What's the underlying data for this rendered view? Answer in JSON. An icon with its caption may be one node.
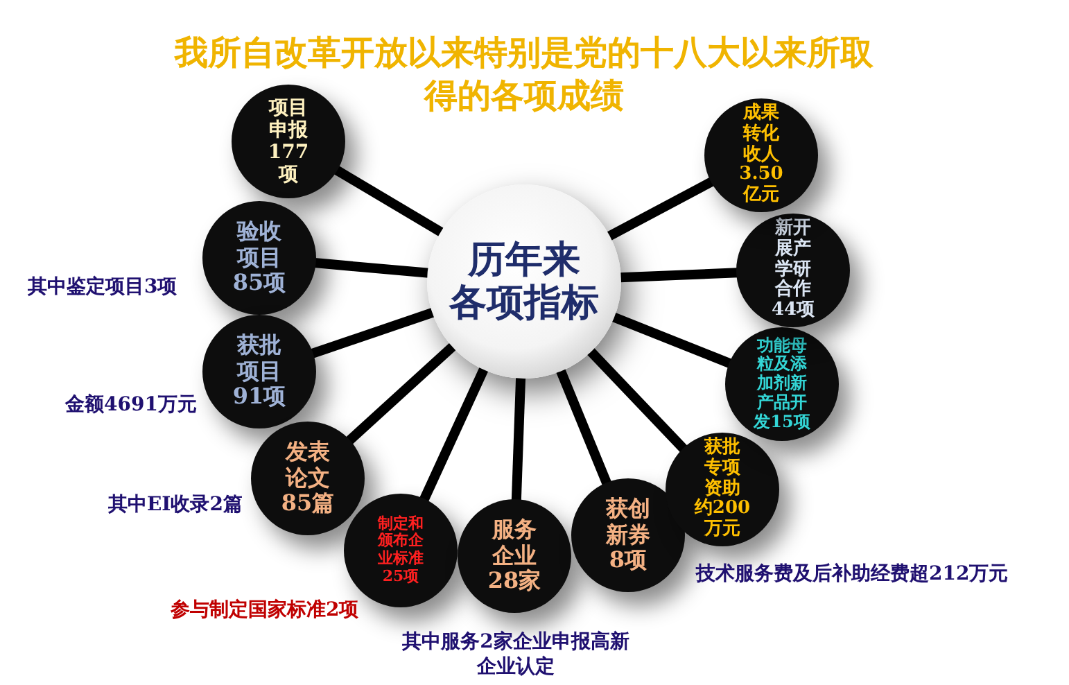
{
  "diagram": {
    "title": "我所自改革开放以来特别是党的十八大以来所取得的各项成绩",
    "nodes": [
      {
        "text": [
          "历年来各项指标"
        ]
      },
      {
        "text": [
          "项目申报177项"
        ]
      },
      {
        "text": [
          "验收项目85项"
        ],
        "beside": [
          "其中鉴定项目3项"
        ]
      },
      {
        "text": [
          "获批项目91项"
        ],
        "beside": [
          "金额4691万元"
        ]
      },
      {
        "text": [
          "发表论文85篇"
        ],
        "beside": [
          "其中EI收录2篇"
        ]
      },
      {
        "text": [
          "制定和颁布企业标准25项"
        ],
        "beside": [
          "参与制定国家标准2项"
        ]
      },
      {
        "text": [
          "服务企业28家"
        ],
        "beside": [
          "其中服务2家企业申报高新企业认定"
        ]
      },
      {
        "text": [
          "获创新券8项"
        ]
      },
      {
        "text": [
          "获批专项资助约200万元"
        ],
        "beside": [
          "技术服务费及后补助经费超212万元"
        ]
      },
      {
        "text": [
          "功能母粒及添加剂新产品开发15项"
        ]
      },
      {
        "text": [
          "新开展产学研合作44项"
        ]
      },
      {
        "text": [
          "成果转化收人3.50亿元"
        ]
      }
    ],
    "edges": [
      {
        "from": 0,
        "to": 1,
        "arrow": "none"
      },
      {
        "from": 0,
        "to": 2,
        "arrow": "none"
      },
      {
        "from": 0,
        "to": 3,
        "arrow": "none"
      },
      {
        "from": 0,
        "to": 4,
        "arrow": "none"
      },
      {
        "from": 0,
        "to": 5,
        "arrow": "none"
      },
      {
        "from": 0,
        "to": 6,
        "arrow": "none"
      },
      {
        "from": 0,
        "to": 7,
        "arrow": "none"
      },
      {
        "from": 0,
        "to": 8,
        "arrow": "none"
      },
      {
        "from": 0,
        "to": 9,
        "arrow": "none"
      },
      {
        "from": 0,
        "to": 10,
        "arrow": "none"
      },
      {
        "from": 0,
        "to": 11,
        "arrow": "none"
      }
    ]
  }
}
